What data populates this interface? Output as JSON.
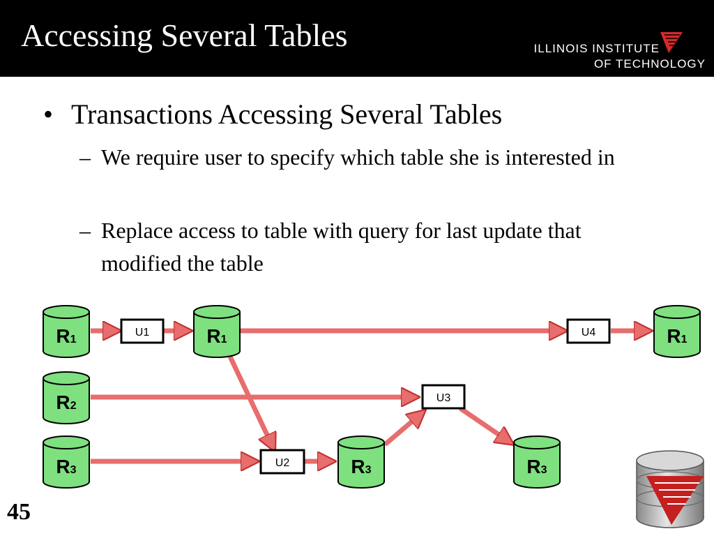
{
  "slide": {
    "title": "Accessing Several Tables",
    "logo": {
      "line1": "ILLINOIS INSTITUTE",
      "line2": "OF TECHNOLOGY",
      "icon": "iit-logo-icon"
    },
    "bullet": "Transactions Accessing Several Tables",
    "subbullets": [
      {
        "dash": "–",
        "text": "We require user to specify which table she is interested in"
      },
      {
        "dash": "–",
        "text": "Replace access to table with query for last update that modified the table"
      }
    ],
    "page_number": "45",
    "corner_icon": "database-icon"
  },
  "diagram": {
    "colors": {
      "table_fill": "#7fe07f",
      "arrow": "#e86d6d",
      "arrow_stroke": "#c03030"
    },
    "tables": [
      {
        "id": "r1-a",
        "base": "R",
        "sub": "1"
      },
      {
        "id": "r1-b",
        "base": "R",
        "sub": "1"
      },
      {
        "id": "r1-c",
        "base": "R",
        "sub": "1"
      },
      {
        "id": "r2-a",
        "base": "R",
        "sub": "2"
      },
      {
        "id": "r3-a",
        "base": "R",
        "sub": "3"
      },
      {
        "id": "r3-b",
        "base": "R",
        "sub": "3"
      },
      {
        "id": "r3-c",
        "base": "R",
        "sub": "3"
      }
    ],
    "updates": [
      {
        "id": "u1",
        "label": "U1"
      },
      {
        "id": "u2",
        "label": "U2"
      },
      {
        "id": "u3",
        "label": "U3"
      },
      {
        "id": "u4",
        "label": "U4"
      }
    ]
  }
}
